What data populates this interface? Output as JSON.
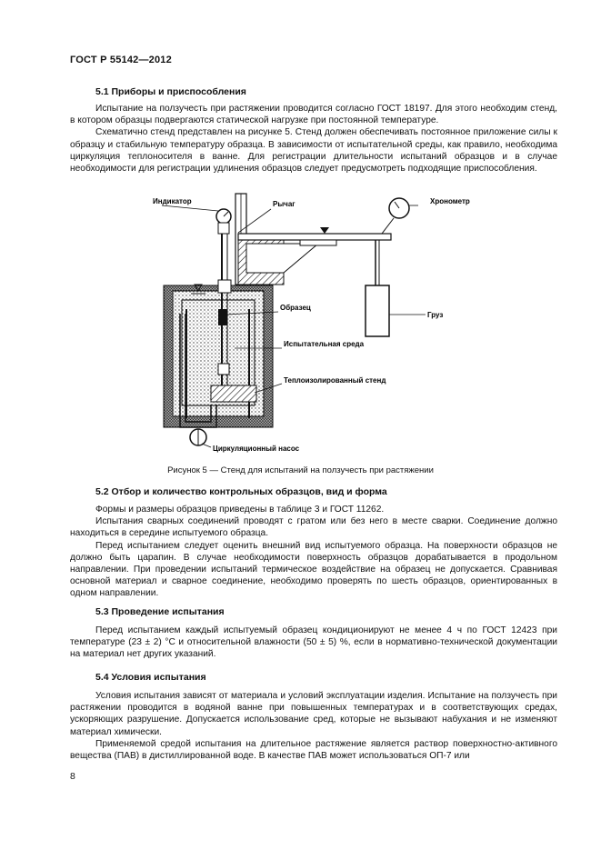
{
  "header": {
    "doc_id": "ГОСТ Р 55142—2012"
  },
  "sec_5_1": {
    "title": "5.1 Приборы и приспособления",
    "p1": "Испытание на ползучесть при растяжении проводится согласно ГОСТ 18197. Для этого необходим стенд, в котором образцы подвергаются статической нагрузке при постоянной температуре.",
    "p2": "Схематично стенд представлен на рисунке 5. Стенд должен обеспечивать постоянное приложение силы к образцу и стабильную температуру образца. В зависимости от испытательной среды, как правило, необходима циркуляция теплоносителя в ванне. Для регистрации длительности испытаний образцов и в случае необходимости для регистрации удлинения образцов следует предусмотреть подходящие приспособления."
  },
  "figure": {
    "labels": {
      "indicator": "Индикатор",
      "lever": "Рычаг",
      "chronometer": "Хронометр",
      "specimen": "Образец",
      "weight": "Груз",
      "test_medium": "Испытательная среда",
      "insulated_stand": "Теплоизолированный стенд",
      "pump": "Циркуляционный насос"
    },
    "caption": "Рисунок 5 — Стенд для испытаний на ползучесть при растяжении"
  },
  "sec_5_2": {
    "title": "5.2 Отбор и количество контрольных образцов, вид и форма",
    "p1": "Формы и размеры образцов приведены в таблице 3 и ГОСТ 11262.",
    "p2": "Испытания сварных соединений проводят с гратом или без него в месте сварки. Соединение должно находиться в середине испытуемого образца.",
    "p3": "Перед испытанием следует оценить внешний вид испытуемого образца. На поверхности образцов не должно быть царапин. В случае необходимости поверхность образцов дорабатывается в продольном направлении. При проведении испытаний термическое воздействие на образец не допускается. Сравнивая основной материал и сварное соединение, необходимо проверять по шесть образцов, ориентированных в одном направлении."
  },
  "sec_5_3": {
    "title": "5.3 Проведение испытания",
    "p1": "Перед испытанием каждый испытуемый образец кондиционируют не менее 4 ч по ГОСТ 12423 при температуре (23 ± 2) °С и относительной влажности (50 ± 5) %, если в нормативно-технической документации на материал нет других указаний."
  },
  "sec_5_4": {
    "title": "5.4 Условия испытания",
    "p1": "Условия испытания зависят от материала и условий эксплуатации изделия. Испытание на ползучесть при растяжении проводится в водяной ванне при повышенных температурах и в соответствующих средах, ускоряющих разрушение. Допускается использование сред, которые не вызывают набухания и не изменяют материал химически.",
    "p2": "Применяемой средой испытания на длительное растяжение является раствор поверхностно-активного вещества (ПАВ) в дистиллированной воде. В качестве ПАВ может использоваться ОП-7 или"
  },
  "page_number": "8"
}
